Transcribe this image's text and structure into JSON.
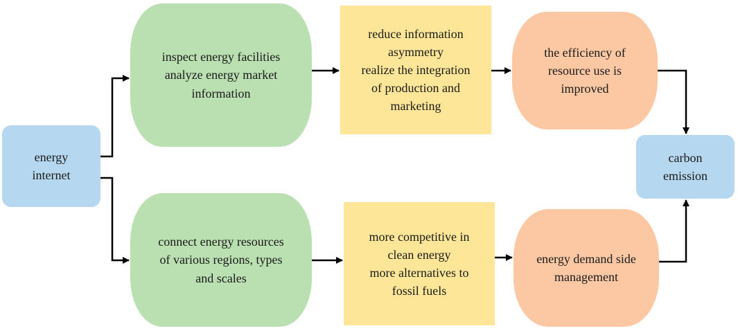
{
  "nodes": {
    "energy_internet": [
      "energy",
      "internet"
    ],
    "inspect": [
      "inspect energy facilities",
      "analyze energy market",
      "information"
    ],
    "reduce": [
      "reduce information",
      "asymmetry",
      "realize the integration",
      "of production and",
      "marketing"
    ],
    "efficiency": [
      "the efficiency of",
      "resource use is",
      "improved"
    ],
    "carbon": [
      "carbon",
      "emission"
    ],
    "connect": [
      "connect energy resources",
      "of various regions, types",
      "and scales"
    ],
    "competitive": [
      "more competitive in",
      "clean energy",
      "more alternatives to",
      "fossil fuels"
    ],
    "demand": [
      "energy demand side",
      "management"
    ]
  },
  "colors": {
    "blue": "#b5d7ef",
    "green": "#badfb1",
    "yellow": "#fde698",
    "orange": "#fbc8a3",
    "arrow": "#000000"
  },
  "edges": [
    [
      "energy_internet",
      "inspect"
    ],
    [
      "energy_internet",
      "connect"
    ],
    [
      "inspect",
      "reduce"
    ],
    [
      "reduce",
      "efficiency"
    ],
    [
      "efficiency",
      "carbon"
    ],
    [
      "connect",
      "competitive"
    ],
    [
      "competitive",
      "demand"
    ],
    [
      "demand",
      "carbon"
    ]
  ]
}
